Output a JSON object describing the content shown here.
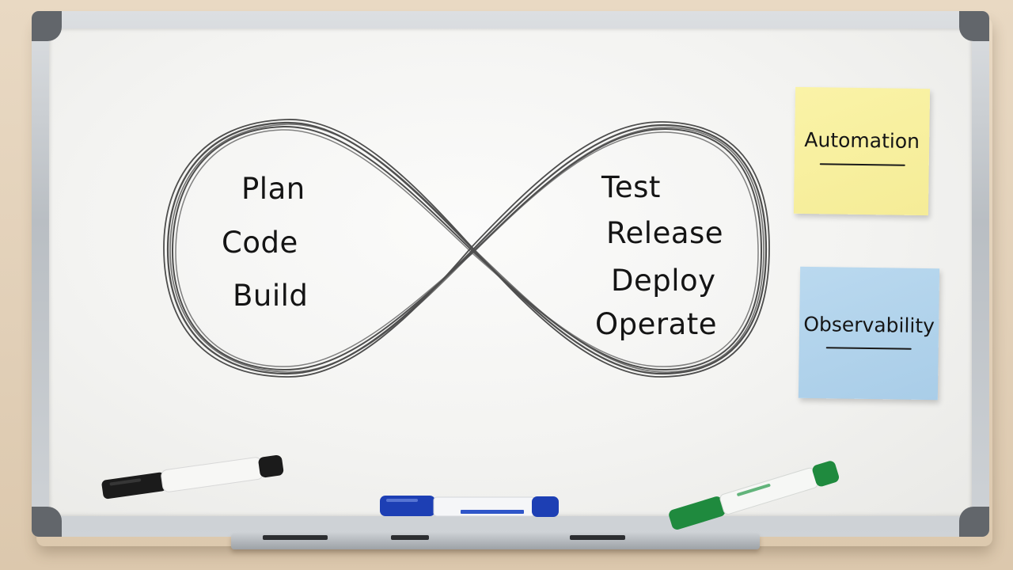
{
  "board": {
    "left_loop": [
      "Plan",
      "Code",
      "Build"
    ],
    "right_loop": [
      "Test",
      "Release",
      "Deploy",
      "Operate"
    ]
  },
  "notes": {
    "yellow": {
      "text": "Automation",
      "color": "#f7ef9c"
    },
    "blue": {
      "text": "Observability",
      "color": "#b2d3eb"
    }
  },
  "markers": [
    {
      "name": "black-marker",
      "color": "#1b1b1b"
    },
    {
      "name": "blue-marker",
      "color": "#1d3fb4"
    },
    {
      "name": "green-marker",
      "color": "#1f8a3e"
    }
  ],
  "colors": {
    "ink": "#3a3a3a",
    "wall": "#e3d2bb",
    "frame": "#c3c7cb"
  }
}
